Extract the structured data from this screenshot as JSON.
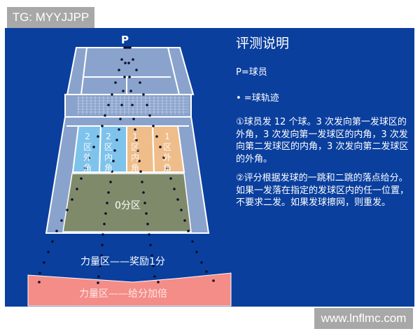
{
  "watermarks": {
    "top": "TG: MYYJJPP",
    "bottom": "www.lnflmc.com"
  },
  "diagram": {
    "player_label": "P",
    "zones": {
      "zone2_outer": "2区外角",
      "zone2_inner": "2区内角",
      "zone1_inner": "1区内角",
      "zone1_outer": "1区外角",
      "zero_zone": "0分区",
      "power_zone_bonus": "力量区——奖励1分",
      "power_zone_double": "力量区——给分加倍"
    },
    "colors": {
      "background": "#0a3f9e",
      "court": "#8aa3cc",
      "zone2": "#7ec3ec",
      "zone1": "#efbd8a",
      "zero_zone": "#7f8a6b",
      "power_zone": "#f48c88",
      "lines": "#ffffff",
      "dots": "#0b0f2a"
    }
  },
  "legend": {
    "title": "评测说明",
    "player_key": "P=球员",
    "trajectory_key": "• =球轨迹",
    "rule1": "①球员发 12 个球。3 次发向第一发球区的外角，3 次发向第一发球区的内角，3 次发向第二发球区的内角，3 次发向第二发球区的外角。",
    "rule2": "②评分根据发球的一跳和二跳的落点给分。如果一发落在指定的发球区内的任一位置，不要求二发。如果发球擦网，则重发。"
  }
}
